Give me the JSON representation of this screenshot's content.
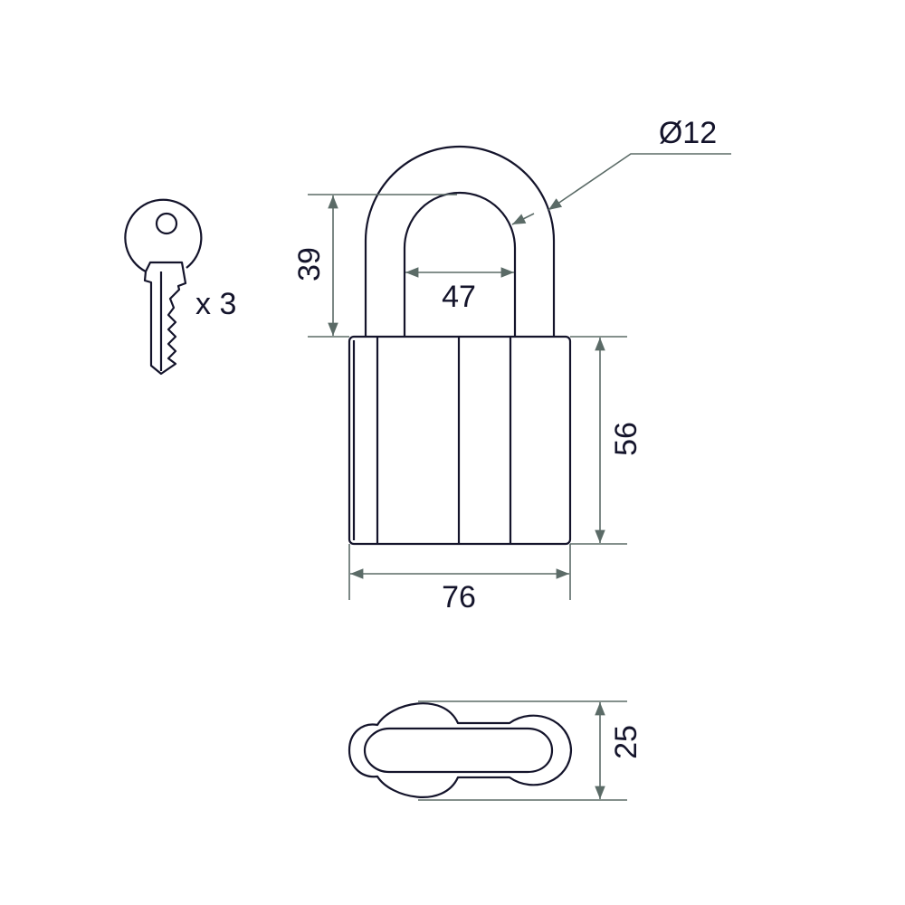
{
  "dimensions": {
    "shackle_height": "39",
    "shackle_inner_width": "47",
    "shackle_diameter": "Ø12",
    "body_height": "56",
    "body_width": "76",
    "body_depth": "25"
  },
  "keys": {
    "quantity_label": "x 3"
  },
  "colors": {
    "outline": "#14142b",
    "dimension": "#5b6b67"
  }
}
